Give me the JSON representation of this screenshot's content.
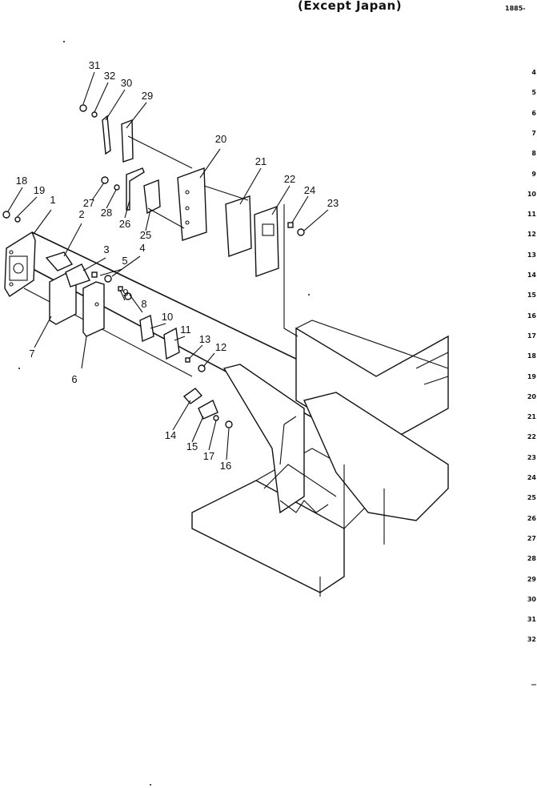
{
  "header": {
    "title": "(Except Japan)",
    "code": "1885-"
  },
  "edge_numbers": [
    "4",
    "5",
    "6",
    "7",
    "8",
    "9",
    "10",
    "11",
    "12",
    "13",
    "14",
    "15",
    "16",
    "17",
    "18",
    "19",
    "20",
    "21",
    "22",
    "23",
    "24",
    "25",
    "26",
    "27",
    "28",
    "29",
    "30",
    "31",
    "32"
  ],
  "callouts": [
    "1",
    "2",
    "3",
    "4",
    "5",
    "6",
    "7",
    "8",
    "9",
    "10",
    "11",
    "12",
    "13",
    "14",
    "15",
    "16",
    "17",
    "18",
    "19",
    "20",
    "21",
    "22",
    "23",
    "24",
    "25",
    "26",
    "27",
    "28",
    "29",
    "30",
    "31",
    "32"
  ]
}
